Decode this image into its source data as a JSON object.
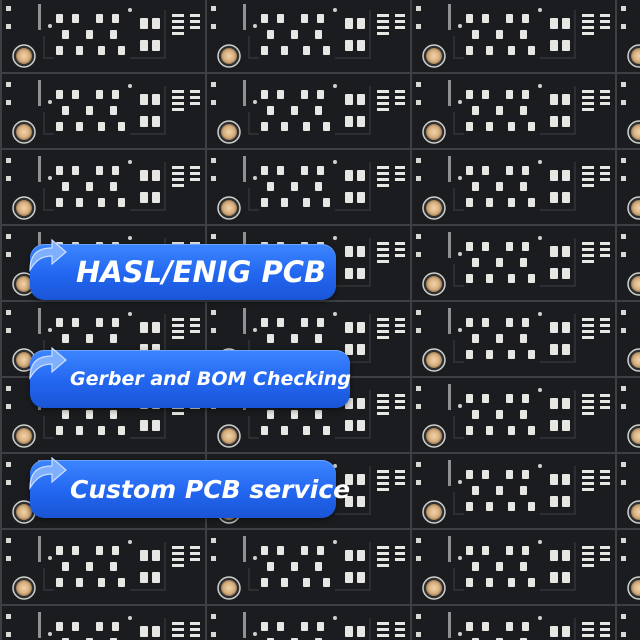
{
  "badges": [
    {
      "label": "HASL/ENIG PCB",
      "icon": "curved-arrow-icon"
    },
    {
      "label": "Gerber and BOM Checking",
      "icon": "curved-arrow-icon"
    },
    {
      "label": "Custom PCB service",
      "icon": "curved-arrow-icon"
    }
  ],
  "colors": {
    "board": "#15171a",
    "pad": "#e8e8e4",
    "copper": "#d9b78a",
    "badge": "#2266f0"
  }
}
